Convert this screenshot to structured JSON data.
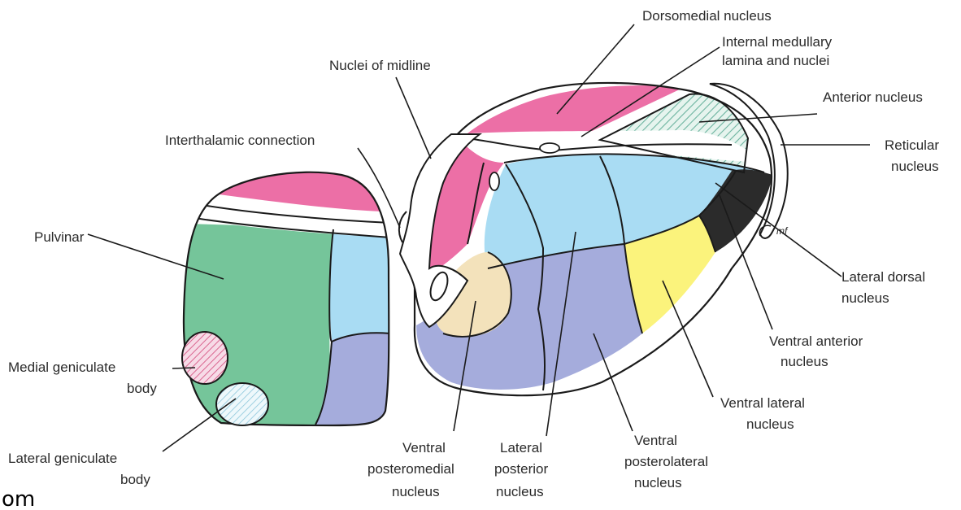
{
  "labels": {
    "dorsomedial": "Dorsomedial nucleus",
    "internal_lamina_1": "Internal medullary",
    "internal_lamina_2": "lamina and nuclei",
    "nuclei_midline": "Nuclei of midline",
    "anterior": "Anterior nucleus",
    "interthalamic": "Interthalamic connection",
    "reticular_1": "Reticular",
    "reticular_2": "nucleus",
    "pulvinar": "Pulvinar",
    "mf_mark": "mf",
    "lateral_dorsal_1": "Lateral dorsal",
    "lateral_dorsal_2": "nucleus",
    "ventral_anterior_1": "Ventral anterior",
    "ventral_anterior_2": "nucleus",
    "medial_geniculate_1": "Medial geniculate",
    "medial_geniculate_2": "body",
    "ventral_lateral_1": "Ventral lateral",
    "ventral_lateral_2": "nucleus",
    "lateral_geniculate_1": "Lateral geniculate",
    "lateral_geniculate_2": "body",
    "vpm_1": "Ventral",
    "vpm_2": "posteromedial",
    "vpm_3": "nucleus",
    "lateral_posterior_1": "Lateral",
    "lateral_posterior_2": "posterior",
    "lateral_posterior_3": "nucleus",
    "vpl_1": "Ventral",
    "vpl_2": "posterolateral",
    "vpl_3": "nucleus",
    "corner_text": "om"
  },
  "colors": {
    "pink": "#ec6fa6",
    "green": "#75c59a",
    "light_blue": "#a9dcf3",
    "lavender": "#a5acdc",
    "yellow": "#fbf37c",
    "black": "#2b2b2b",
    "beige": "#f3e2bb",
    "hatch_green": "#6db4a0",
    "hatch_pink": "#d9638e"
  }
}
